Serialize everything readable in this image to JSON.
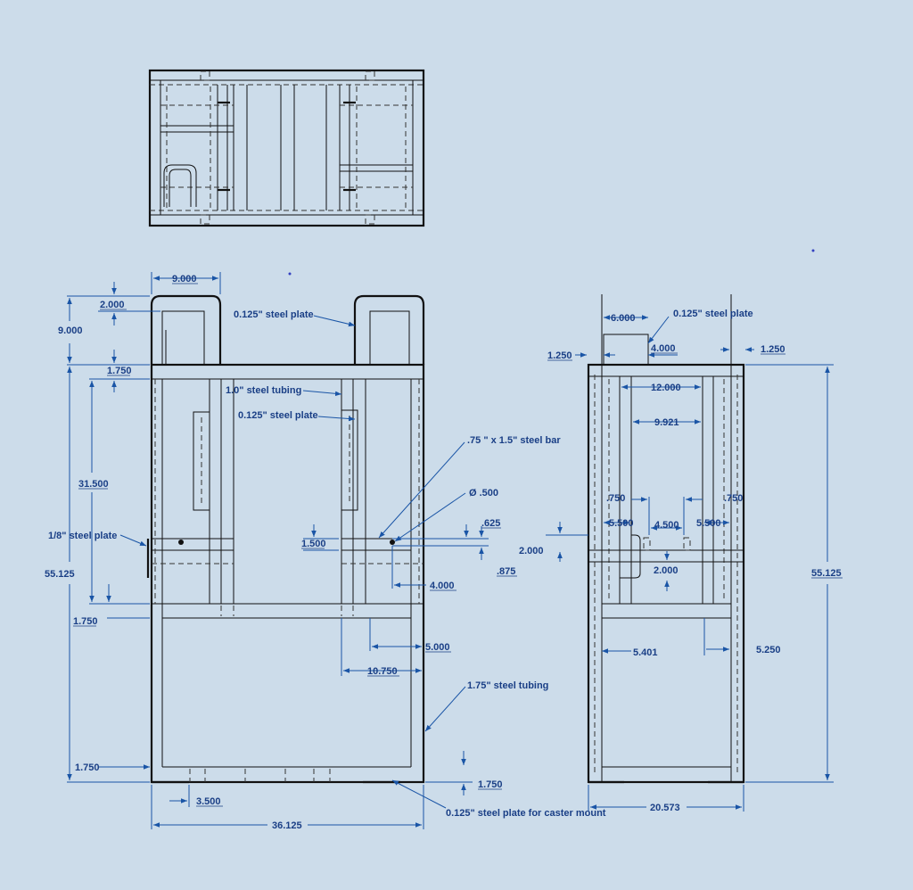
{
  "dimensions": {
    "top_width_9000": "9.000",
    "top_2000": "2.000",
    "side_9000": "9.000",
    "d_1750_top": "1.750",
    "d_31500": "31.500",
    "d_55125_left": "55.125",
    "d_1750_left_mid": "1.750",
    "d_1750_bottom_left": "1.750",
    "d_3500": "3.500",
    "d_36125": "36.125",
    "d_1500": "1.500",
    "d_625": ".625",
    "d_875": ".875",
    "d_4000_front": "4.000",
    "d_5000": "5.000",
    "d_10750": "10.750",
    "d_1750_bottom_right": "1.750",
    "dia_500": "Ø .500",
    "s_6000": "6.000",
    "s_4000": "4.000",
    "s_1250_left": "1.250",
    "s_1250_right": "1.250",
    "s_12000": "12.000",
    "s_9921": "9.921",
    "s_750_left": ".750",
    "s_750_right": ".750",
    "s_5500_left": "5.500",
    "s_4500": "4.500",
    "s_5500_right": "5.500",
    "s_2000_left": "2.000",
    "s_2000_center": "2.000",
    "s_5401": "5.401",
    "s_5250": "5.250",
    "s_55125": "55.125",
    "s_20573": "20.573"
  },
  "callouts": {
    "steel_plate_top": "0.125\" steel plate",
    "steel_tubing_1": "1.0\" steel tubing",
    "steel_plate_mid": "0.125\" steel plate",
    "steel_bar": ".75 \" x 1.5\" steel bar",
    "steel_plate_eighth": "1/8\" steel plate",
    "steel_tubing_175": "1.75\" steel tubing",
    "caster_plate": "0.125\" steel plate for caster mount",
    "side_steel_plate": "0.125\" steel plate"
  },
  "colors": {
    "background": "#ccdcea",
    "dimension": "#1a3f86",
    "lines": "#111111"
  }
}
